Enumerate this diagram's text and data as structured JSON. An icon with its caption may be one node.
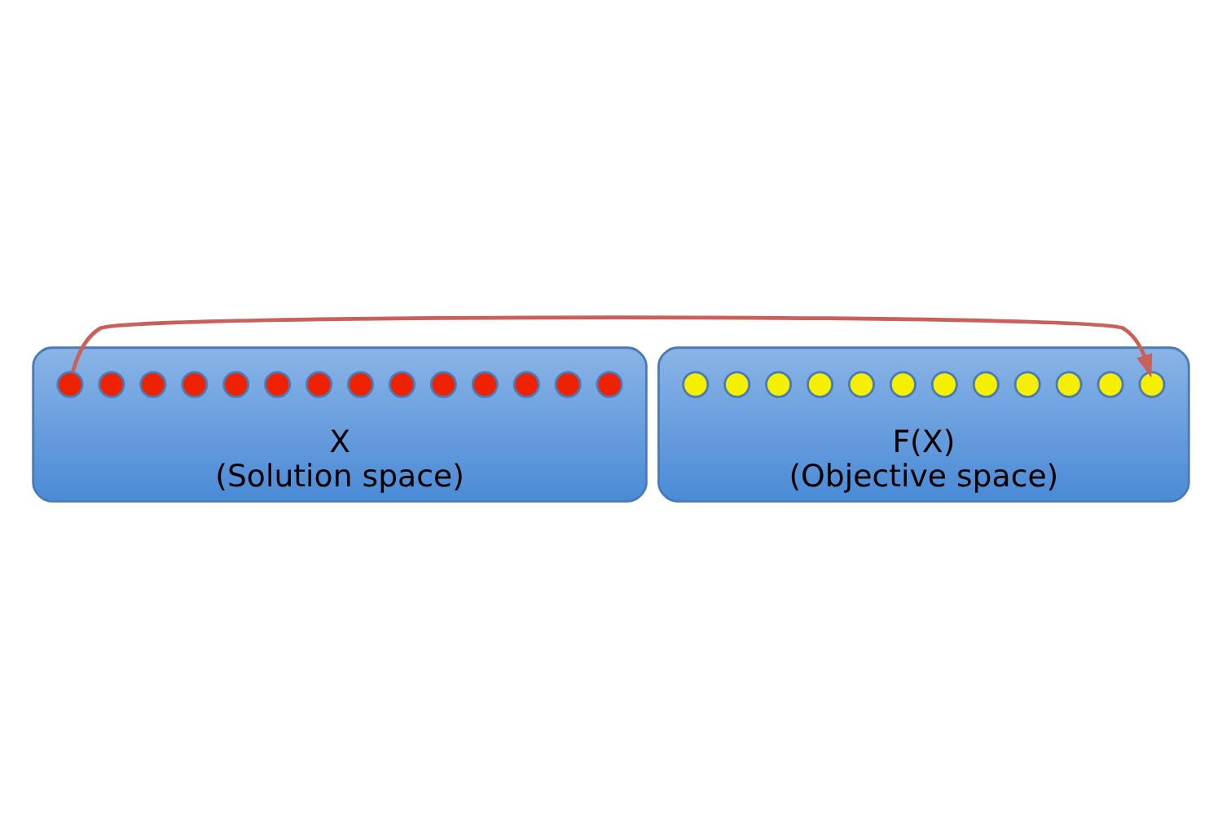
{
  "diagram": {
    "nodes": [
      {
        "text": [
          "X",
          "(Solution space)"
        ]
      },
      {
        "text": [],
        "shape": "circle",
        "in": 0
      },
      {
        "text": [],
        "shape": "circle",
        "in": 0
      },
      {
        "text": [],
        "shape": "circle",
        "in": 0
      },
      {
        "text": [],
        "shape": "circle",
        "in": 0
      },
      {
        "text": [],
        "shape": "circle",
        "in": 0
      },
      {
        "text": [],
        "shape": "circle",
        "in": 0
      },
      {
        "text": [],
        "shape": "circle",
        "in": 0
      },
      {
        "text": [],
        "shape": "circle",
        "in": 0
      },
      {
        "text": [],
        "shape": "circle",
        "in": 0
      },
      {
        "text": [],
        "shape": "circle",
        "in": 0
      },
      {
        "text": [],
        "shape": "circle",
        "in": 0
      },
      {
        "text": [],
        "shape": "circle",
        "in": 0
      },
      {
        "text": [],
        "shape": "circle",
        "in": 0
      },
      {
        "text": [],
        "shape": "circle",
        "in": 0
      },
      {
        "text": [
          "F(X)",
          "(Objective space)"
        ]
      },
      {
        "text": [],
        "shape": "circle",
        "in": 15
      },
      {
        "text": [],
        "shape": "circle",
        "in": 15
      },
      {
        "text": [],
        "shape": "circle",
        "in": 15
      },
      {
        "text": [],
        "shape": "circle",
        "in": 15
      },
      {
        "text": [],
        "shape": "circle",
        "in": 15
      },
      {
        "text": [],
        "shape": "circle",
        "in": 15
      },
      {
        "text": [],
        "shape": "circle",
        "in": 15
      },
      {
        "text": [],
        "shape": "circle",
        "in": 15
      },
      {
        "text": [],
        "shape": "circle",
        "in": 15
      },
      {
        "text": [],
        "shape": "circle",
        "in": 15
      },
      {
        "text": [],
        "shape": "circle",
        "in": 15
      },
      {
        "text": [],
        "shape": "circle",
        "in": 15
      }
    ],
    "edges": [
      {
        "from": 6,
        "to": 19,
        "arrow": "to",
        "color": "#c9605a"
      }
    ]
  }
}
